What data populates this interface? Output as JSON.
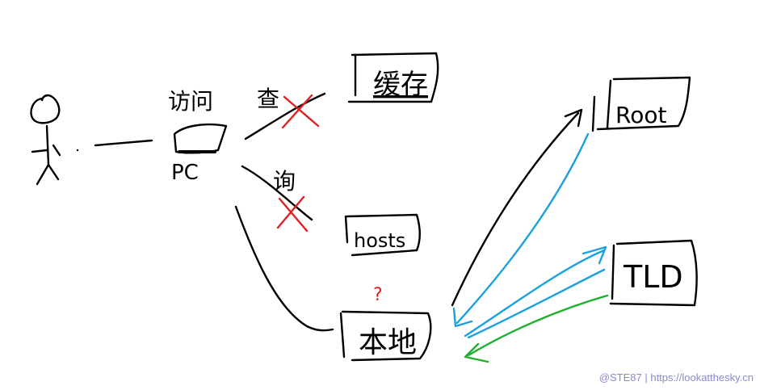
{
  "diagram": {
    "labels": {
      "visit": "访问",
      "pc": "PC",
      "query_top": "查",
      "query_bottom": "询",
      "cache": "缓存",
      "hosts": "hosts",
      "local": "本地",
      "question_mark": "?",
      "root": "Root",
      "tld": "TLD"
    },
    "colors": {
      "ink": "#000000",
      "cross": "#e02020",
      "query_arrow": "#1aa0e0",
      "reply_arrow": "#20b030",
      "watermark": "#8a8ad0"
    }
  },
  "watermark": "@STE87 | https://lookatthesky.cn"
}
